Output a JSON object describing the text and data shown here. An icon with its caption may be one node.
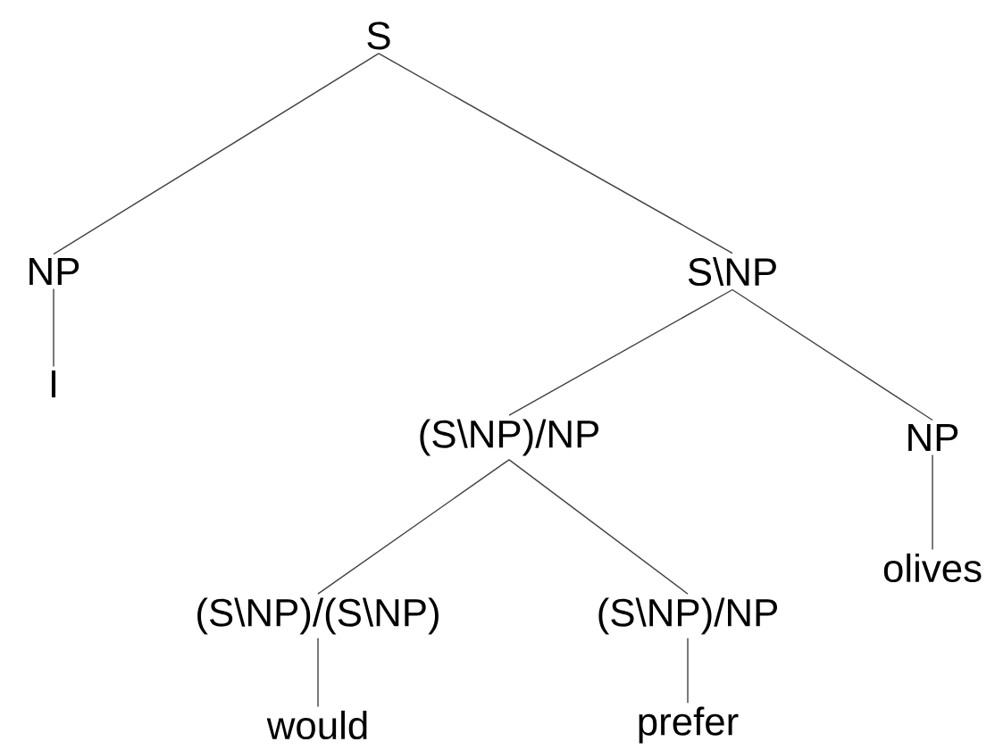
{
  "diagram": {
    "nodes": [
      {
        "text": [
          "S"
        ]
      },
      {
        "text": [
          "NP"
        ]
      },
      {
        "text": [
          "I"
        ]
      },
      {
        "text": [
          "S\\NP"
        ]
      },
      {
        "text": [
          "(S\\NP)/NP"
        ]
      },
      {
        "text": [
          "NP"
        ]
      },
      {
        "text": [
          "olives"
        ]
      },
      {
        "text": [
          "(S\\NP)/(S\\NP)"
        ]
      },
      {
        "text": [
          "would"
        ]
      },
      {
        "text": [
          "(S\\NP)/NP"
        ]
      },
      {
        "text": [
          "prefer"
        ]
      }
    ],
    "edges": [
      {
        "from": 0,
        "to": 1,
        "arrow": "none"
      },
      {
        "from": 0,
        "to": 3,
        "arrow": "none"
      },
      {
        "from": 1,
        "to": 2,
        "arrow": "none"
      },
      {
        "from": 3,
        "to": 4,
        "arrow": "none"
      },
      {
        "from": 3,
        "to": 5,
        "arrow": "none"
      },
      {
        "from": 5,
        "to": 6,
        "arrow": "none"
      },
      {
        "from": 4,
        "to": 7,
        "arrow": "none"
      },
      {
        "from": 4,
        "to": 9,
        "arrow": "none"
      },
      {
        "from": 7,
        "to": 8,
        "arrow": "none"
      },
      {
        "from": 9,
        "to": 10,
        "arrow": "none"
      }
    ]
  }
}
